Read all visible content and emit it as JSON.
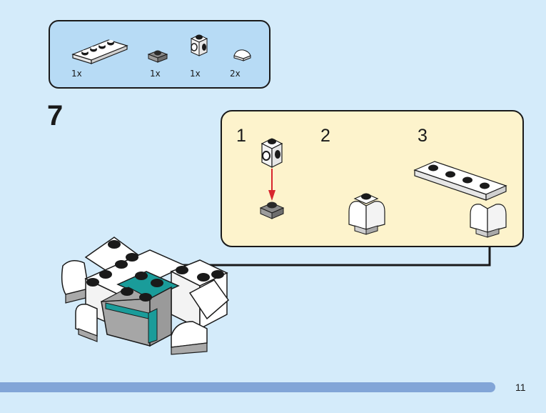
{
  "parts_list": {
    "items": [
      {
        "name": "plate-1x4-white",
        "quantity": "1x"
      },
      {
        "name": "plate-1x1-dark-gray",
        "quantity": "1x"
      },
      {
        "name": "brick-1x1-studs-on-side-white",
        "quantity": "1x"
      },
      {
        "name": "tile-round-quarter-white",
        "quantity": "2x"
      }
    ]
  },
  "step": {
    "number": "7"
  },
  "substeps": [
    {
      "number": "1"
    },
    {
      "number": "2"
    },
    {
      "number": "3"
    }
  ],
  "colors": {
    "background": "#d4ebfa",
    "parts_box": "#b7dbf5",
    "substep_box": "#fdf3cc",
    "footer_bar": "#82a5d7",
    "arrow_red": "#d8262e",
    "teal": "#1a9c9a"
  },
  "footer": {
    "page_number": "11"
  }
}
